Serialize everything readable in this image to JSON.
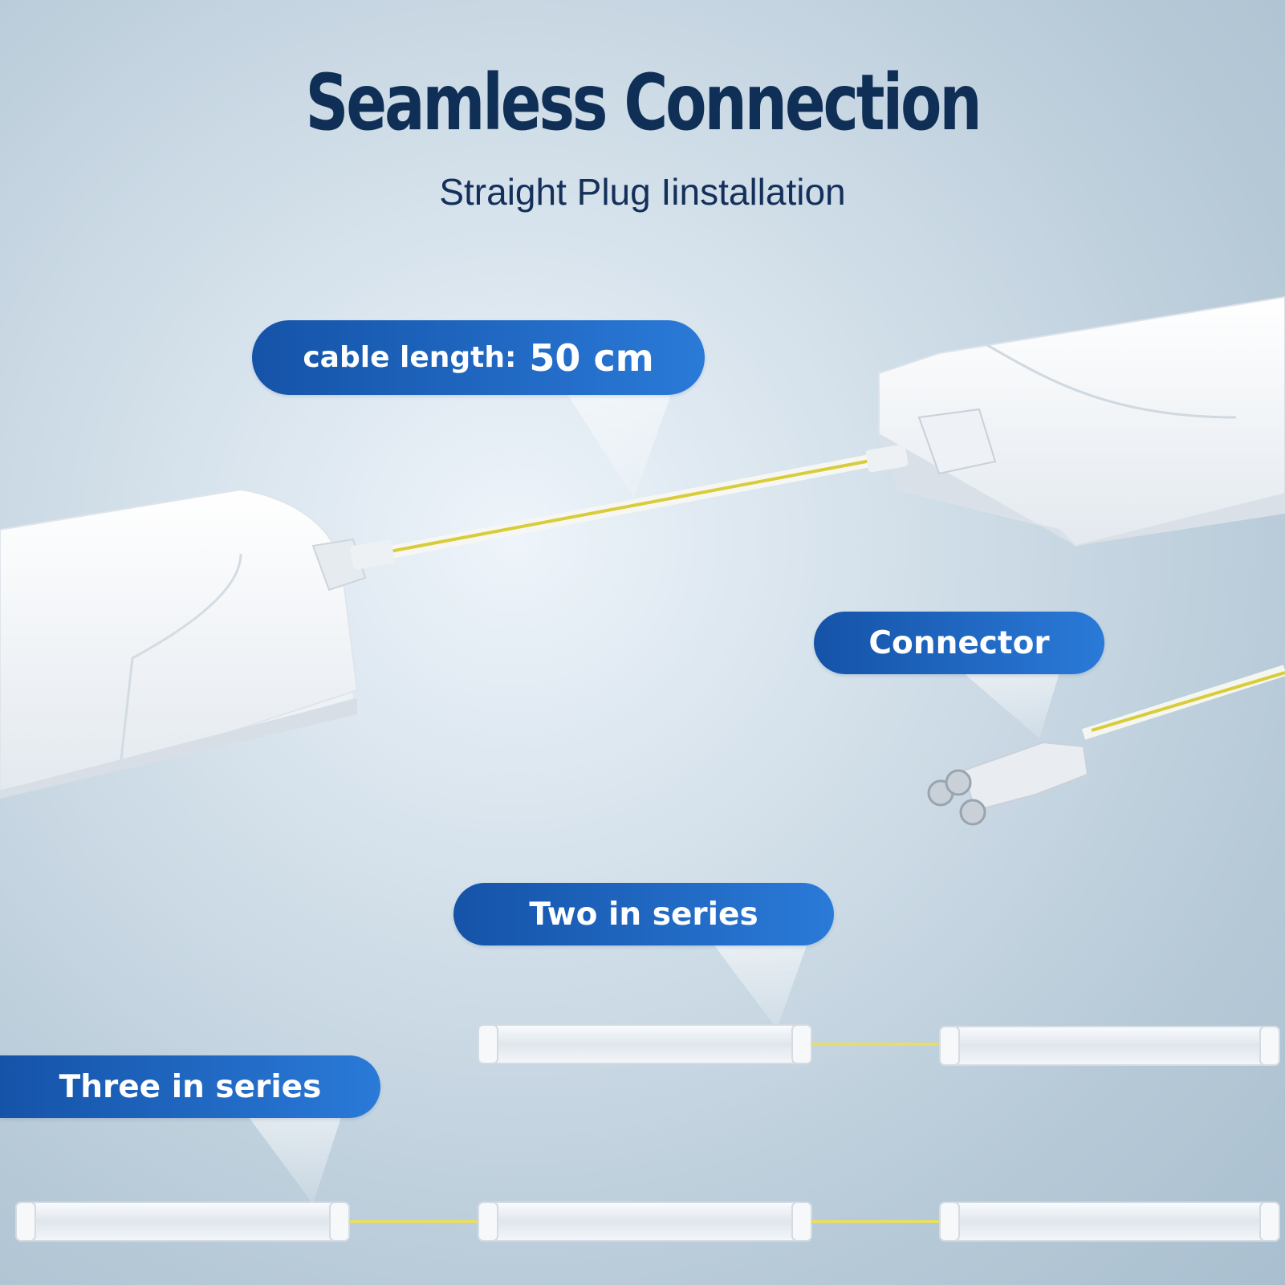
{
  "header": {
    "title": "Seamless Connection",
    "subtitle": "Straight Plug Iinstallation"
  },
  "callouts": {
    "cable_label": "cable length:",
    "cable_value": "50 cm",
    "connector": "Connector",
    "two_series": "Two in series",
    "three_series": "Three in series"
  },
  "colors": {
    "title": "#0f2f57",
    "callout_start": "#1553a8",
    "callout_end": "#2a7ad8",
    "cable_wire": "#d9cc3a"
  },
  "icons": {
    "fixture": "led-batten-fixture-icon",
    "connector": "three-pin-connector-icon",
    "cable": "cable-icon"
  }
}
